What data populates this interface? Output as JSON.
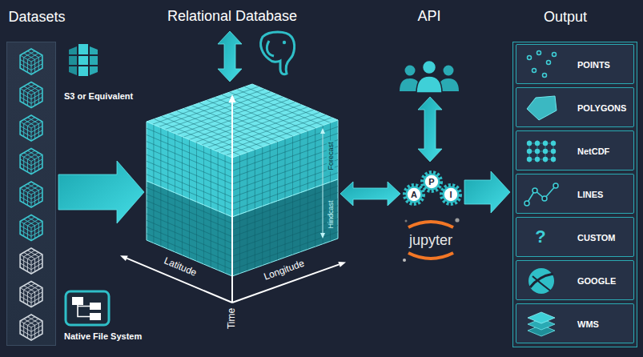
{
  "diagram": {
    "nodes": [
      {
        "text": [
          "Datasets"
        ]
      },
      {
        "text": [
          "S3 or Equivalent"
        ]
      },
      {
        "text": [
          "Native File System"
        ]
      },
      {
        "text": [
          "Relational Database"
        ]
      },
      {
        "text": [
          "Forecast",
          "Hindcast"
        ]
      },
      {
        "text": [
          "API"
        ]
      },
      {
        "text": [
          "A",
          "P",
          "I"
        ]
      },
      {
        "text": [
          "jupyter"
        ]
      },
      {
        "text": [
          "Output"
        ]
      },
      {
        "text": [
          "POINTS"
        ],
        "in": 8
      },
      {
        "text": [
          "POLYGONS"
        ],
        "in": 8
      },
      {
        "text": [
          "NetCDF"
        ],
        "in": 8
      },
      {
        "text": [
          "LINES"
        ],
        "in": 8
      },
      {
        "text": [
          "CUSTOM"
        ],
        "in": 8
      },
      {
        "text": [
          "GOOGLE"
        ],
        "in": 8
      },
      {
        "text": [
          "WMS"
        ],
        "in": 8
      }
    ],
    "edges": [
      {
        "from": 0,
        "to": 4,
        "arrow": "to"
      },
      {
        "from": 3,
        "to": 4,
        "arrow": "both"
      },
      {
        "from": 4,
        "to": 6,
        "arrow": "both"
      },
      {
        "from": 5,
        "to": 6,
        "arrow": "both"
      },
      {
        "from": 6,
        "to": 8,
        "arrow": "to"
      }
    ],
    "labels": [
      "Latitude",
      "Longitude",
      "Time",
      "?"
    ]
  }
}
